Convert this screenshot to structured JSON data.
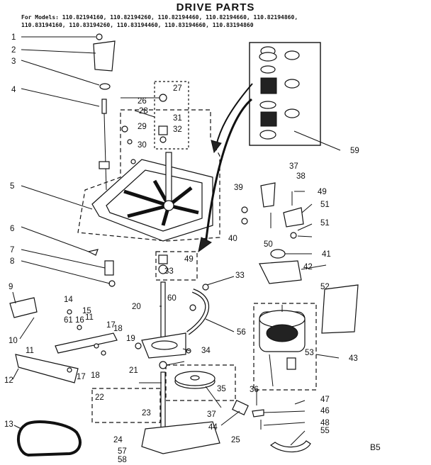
{
  "title": "DRIVE PARTS",
  "models_line1": "For Models: 110.82194160, 110.82194260, 110.82194460, 110.82194660, 110.82194860,",
  "models_line2": "110.83194160, 110.83194260, 110.83194460, 110.83194660, 110.83194860",
  "corner_code": "B5",
  "callouts": [
    "1",
    "2",
    "3",
    "4",
    "5",
    "6",
    "7",
    "8",
    "9",
    "10",
    "11",
    "11",
    "12",
    "13",
    "14",
    "15",
    "16",
    "17",
    "17",
    "18",
    "18",
    "19",
    "20",
    "21",
    "22",
    "23",
    "24",
    "25",
    "26",
    "27",
    "28",
    "29",
    "30",
    "31",
    "32",
    "33",
    "33",
    "34",
    "35",
    "36",
    "37",
    "37",
    "38",
    "39",
    "40",
    "41",
    "42",
    "43",
    "44",
    "46",
    "47",
    "48",
    "49",
    "49",
    "50",
    "51",
    "51",
    "52",
    "53",
    "55",
    "56",
    "57",
    "58",
    "59",
    "60",
    "61",
    "8",
    "11"
  ]
}
